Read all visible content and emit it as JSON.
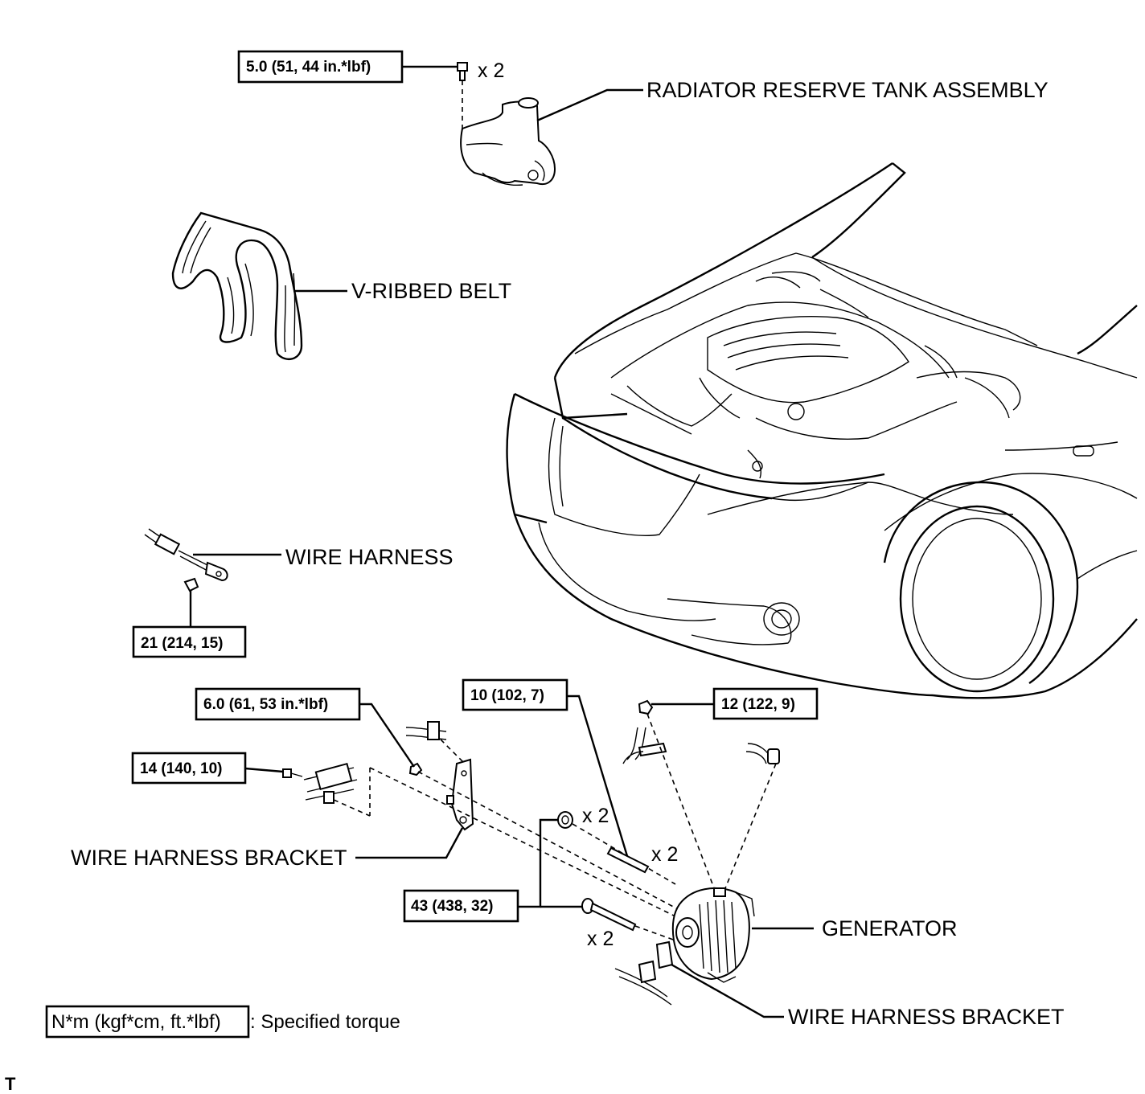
{
  "parts": {
    "radiator_reserve_tank": "RADIATOR RESERVE TANK ASSEMBLY",
    "v_ribbed_belt": "V-RIBBED BELT",
    "wire_harness": "WIRE HARNESS",
    "wire_harness_bracket_left": "WIRE HARNESS BRACKET",
    "generator": "GENERATOR",
    "wire_harness_bracket_right": "WIRE HARNESS BRACKET"
  },
  "torques": {
    "reserve_tank_bolt": "5.0 (51, 44 in.*lbf)",
    "wire_harness_bolt": "21 (214, 15)",
    "bracket_nut": "6.0 (61, 53 in.*lbf)",
    "harness_clamp_bolt": "14 (140, 10)",
    "stud": "10 (102, 7)",
    "terminal_nut": "12 (122, 9)",
    "generator_bolts": "43 (438, 32)"
  },
  "quantities": {
    "reserve_tank_bolt": "x 2",
    "nut": "x 2",
    "stud": "x 2",
    "long_bolt": "x 2"
  },
  "legend": {
    "unit_box": "N*m (kgf*cm, ft.*lbf)",
    "description": ": Specified torque"
  },
  "corner_mark": "T",
  "icons": [
    "bolt-icon",
    "nut-icon",
    "stud-icon",
    "generator-icon",
    "belt-icon",
    "reserve-tank-icon",
    "vehicle-front-icon"
  ]
}
